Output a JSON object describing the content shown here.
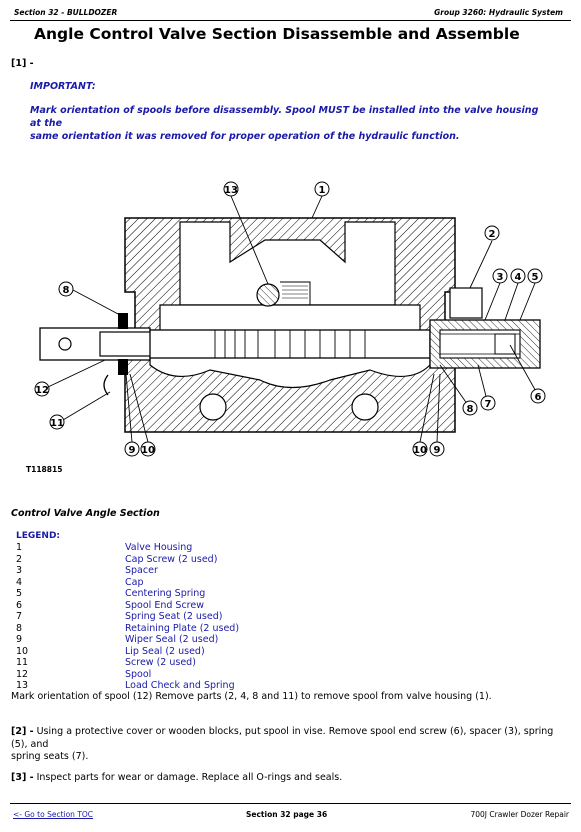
{
  "header": {
    "left": "Section 32 - BULLDOZER",
    "right": "Group 3260: Hydraulic System"
  },
  "title": "Angle Control Valve Section Disassemble and Assemble",
  "step1": {
    "label": "[1] -",
    "important": "IMPORTANT:",
    "note_line1": "Mark orientation of spools before disassembly. Spool MUST be installed into the valve housing at the",
    "note_line2": "same orientation it was removed for proper operation of the hydraulic function."
  },
  "figure": {
    "id": "T118815",
    "callouts": [
      "1",
      "2",
      "3",
      "4",
      "5",
      "6",
      "7",
      "8",
      "9",
      "10",
      "11",
      "12",
      "13"
    ],
    "caption": "Control Valve Angle Section"
  },
  "legend": {
    "title": "LEGEND:",
    "items": [
      {
        "num": "1",
        "label": "Valve Housing"
      },
      {
        "num": "2",
        "label": "Cap Screw (2 used)"
      },
      {
        "num": "3",
        "label": "Spacer"
      },
      {
        "num": "4",
        "label": "Cap"
      },
      {
        "num": "5",
        "label": "Centering Spring"
      },
      {
        "num": "6",
        "label": "Spool End Screw"
      },
      {
        "num": "7",
        "label": "Spring Seat (2 used)"
      },
      {
        "num": "8",
        "label": "Retaining Plate (2 used)"
      },
      {
        "num": "9",
        "label": "Wiper Seal (2 used)"
      },
      {
        "num": "10",
        "label": "Lip Seal (2 used)"
      },
      {
        "num": "11",
        "label": "Screw (2 used)"
      },
      {
        "num": "12",
        "label": "Spool"
      },
      {
        "num": "13",
        "label": "Load Check and Spring"
      }
    ]
  },
  "step1_text": "Mark orientation of spool (12) Remove parts (2, 4, 8 and 11) to remove spool from valve housing (1).",
  "step2": {
    "label": "[2] -",
    "text1": "Using a protective cover or wooden blocks, put spool in vise. Remove spool end screw (6), spacer (3), spring (5), and",
    "text2": "spring seats (7)."
  },
  "step3": {
    "label": "[3] -",
    "text": "Inspect parts for wear or damage. Replace all O-rings and seals."
  },
  "footer": {
    "link": "<- Go to Section TOC",
    "center": "Section 32 page 36",
    "right": "700J Crawler Dozer Repair"
  }
}
